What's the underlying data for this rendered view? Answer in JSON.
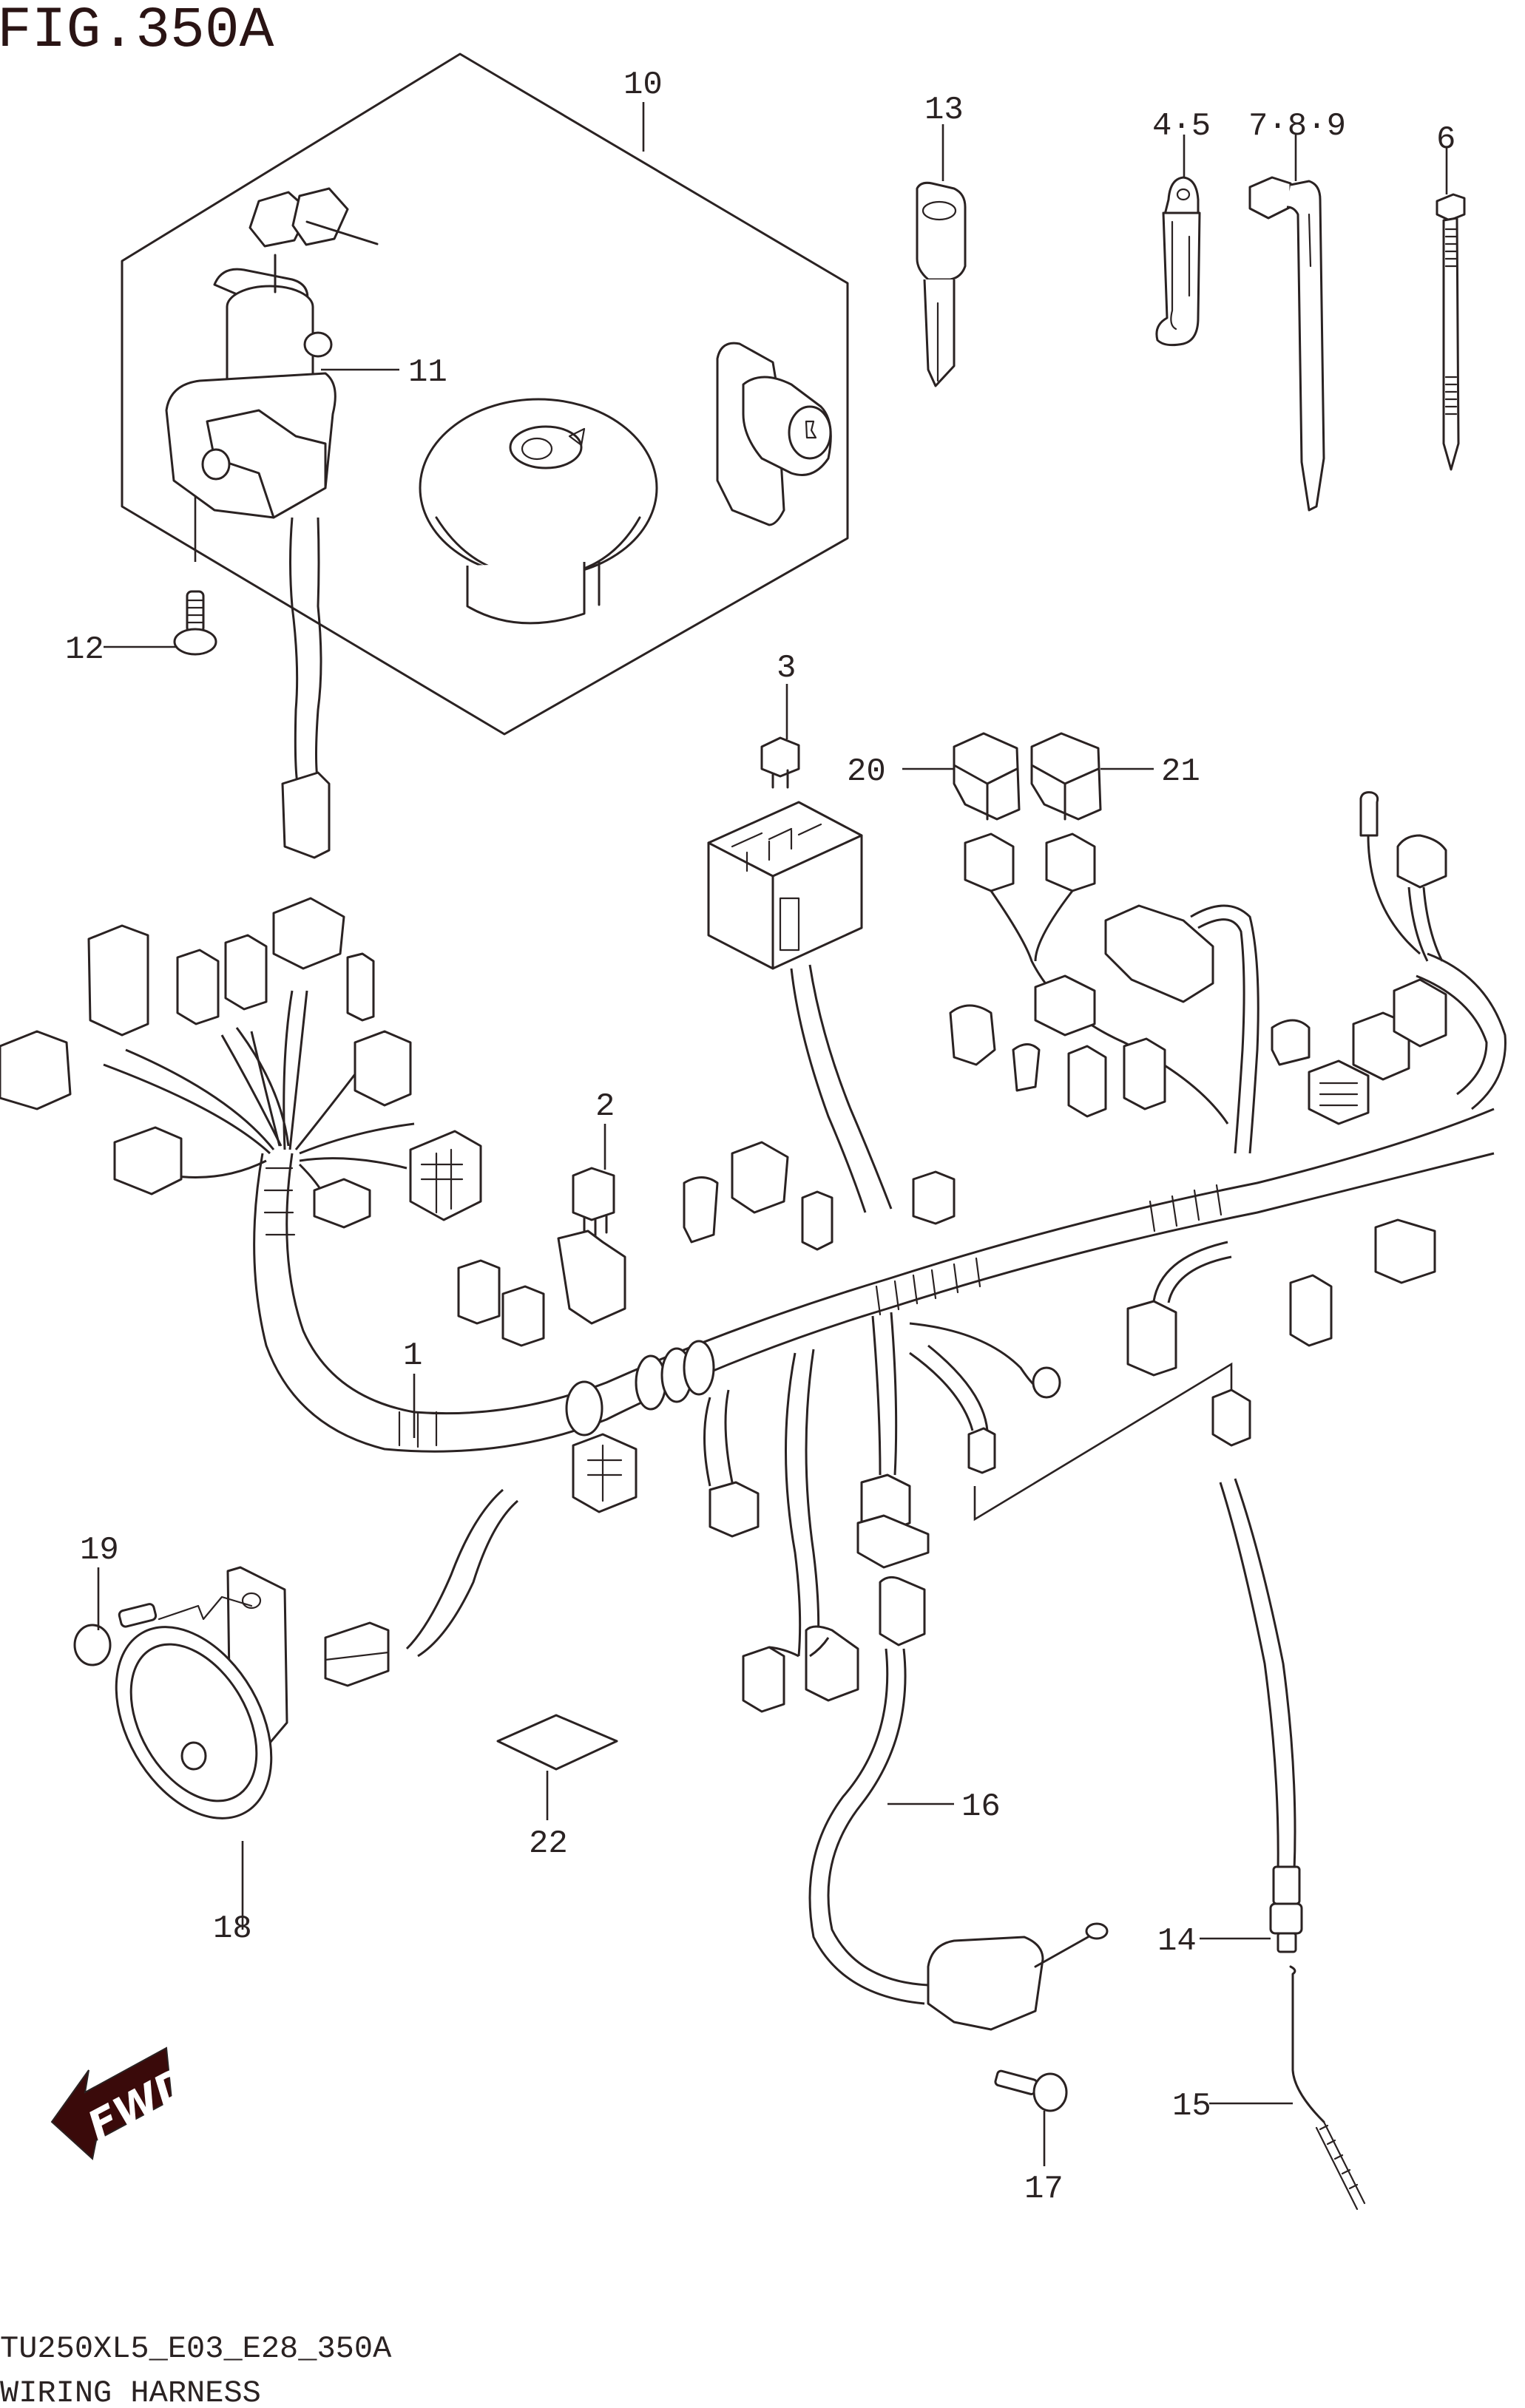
{
  "figure": {
    "title": "FIG.350A",
    "model_code": "TU250XL5_E03_E28_350A",
    "caption": "WIRING HARNESS",
    "direction_marker": "FWD"
  },
  "callouts": [
    {
      "id": "1",
      "label": "1",
      "part": "wiring-harness"
    },
    {
      "id": "2",
      "label": "2",
      "part": "relay"
    },
    {
      "id": "3",
      "label": "3",
      "part": "fuse"
    },
    {
      "id": "4-5",
      "label": "4·5",
      "part": "harness-clamp"
    },
    {
      "id": "6",
      "label": "6",
      "part": "cable-tie"
    },
    {
      "id": "7-8-9",
      "label": "7·8·9",
      "part": "clamp-band"
    },
    {
      "id": "10",
      "label": "10",
      "part": "lock-set"
    },
    {
      "id": "11",
      "label": "11",
      "part": "ignition-switch"
    },
    {
      "id": "12",
      "label": "12",
      "part": "screw"
    },
    {
      "id": "13",
      "label": "13",
      "part": "key"
    },
    {
      "id": "14",
      "label": "14",
      "part": "rear-brake-switch"
    },
    {
      "id": "15",
      "label": "15",
      "part": "spring"
    },
    {
      "id": "16",
      "label": "16",
      "part": "side-stand-switch"
    },
    {
      "id": "17",
      "label": "17",
      "part": "bolt"
    },
    {
      "id": "18",
      "label": "18",
      "part": "horn"
    },
    {
      "id": "19",
      "label": "19",
      "part": "bolt"
    },
    {
      "id": "20",
      "label": "20",
      "part": "connector-cover"
    },
    {
      "id": "21",
      "label": "21",
      "part": "connector-cover"
    },
    {
      "id": "22",
      "label": "22",
      "part": "wiring-label"
    }
  ]
}
